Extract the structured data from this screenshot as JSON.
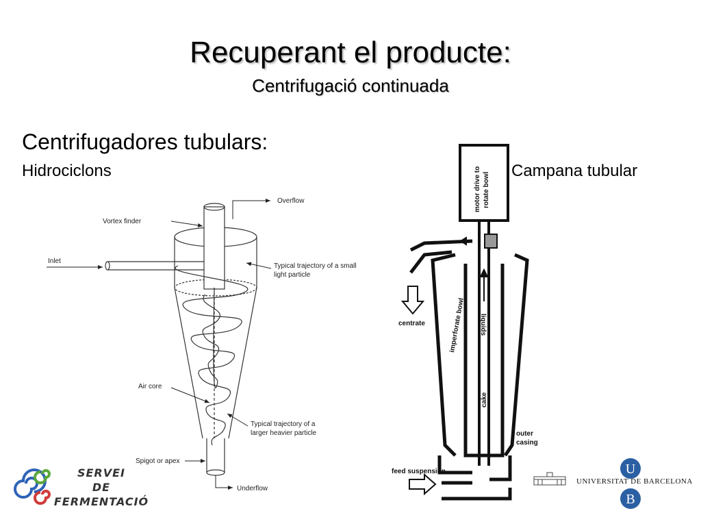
{
  "slide": {
    "title": "Recuperant el producte:",
    "subtitle": "Centrifugació continuada",
    "heading": "Centrifugadores tubulars:",
    "left_label": "Hidrociclons",
    "right_label": "Campana tubular"
  },
  "hydrocyclone": {
    "overflow": "Overflow",
    "vortex_finder": "Vortex finder",
    "inlet": "Inlet",
    "light_particle_line1": "Typical trajectory of a small",
    "light_particle_line2": "light particle",
    "air_core": "Air core",
    "heavy_particle_line1": "Typical trajectory of a",
    "heavy_particle_line2": "larger heavier particle",
    "spigot": "Spigot or apex",
    "underflow": "Underflow"
  },
  "tubular_bowl": {
    "motor_line1": "motor drive to",
    "motor_line2": "rotate bowl",
    "centrate": "centrate",
    "imperforate_bowl": "imperforate bowl",
    "liquids": "liquids",
    "cake": "cake",
    "outer_line1": "outer",
    "outer_line2": "casing",
    "feed": "feed suspension"
  },
  "logos": {
    "servei_line1": "SERVEI",
    "servei_line2": "DE",
    "servei_line3": "FERMENTACIÓ",
    "ub_name": "UNIVERSITAT DE BARCELONA",
    "ub_letter1": "U",
    "ub_letter2": "B"
  },
  "colors": {
    "ub_blue": "#2b5fa3",
    "swirl_blue": "#2f63b8",
    "swirl_green": "#5aa83a",
    "swirl_red": "#d23a3a"
  }
}
